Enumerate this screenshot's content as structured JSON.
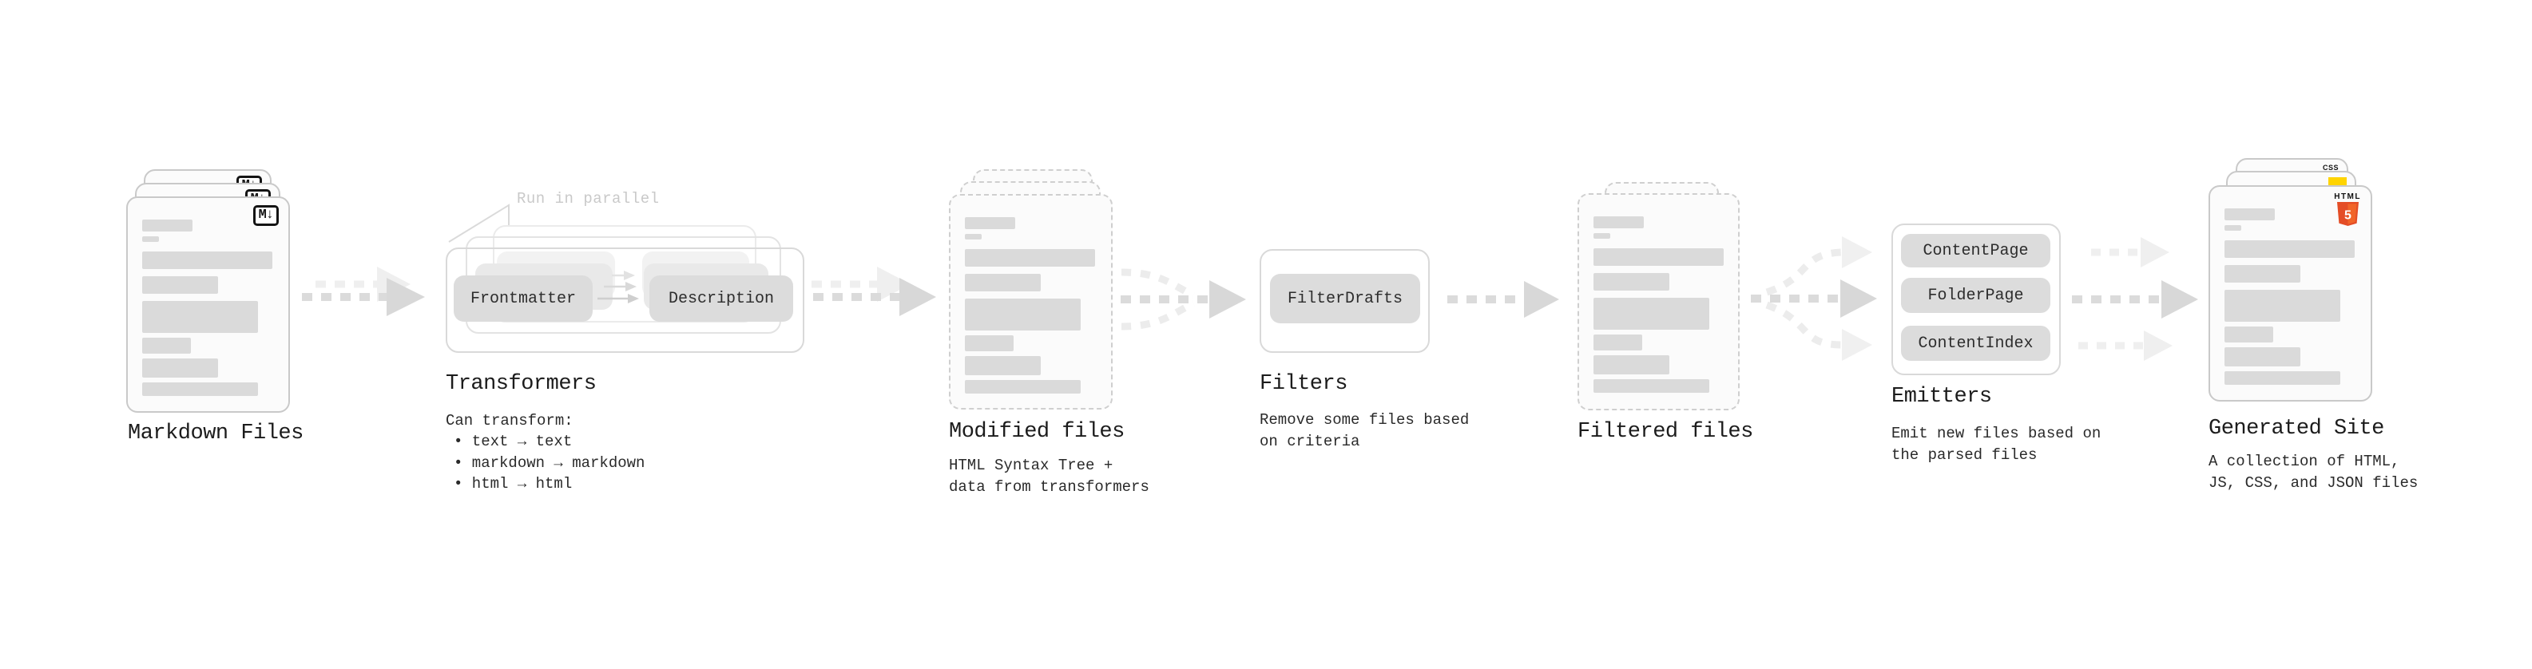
{
  "stages": {
    "markdown": {
      "label": "Markdown Files",
      "icon_label": "M↓"
    },
    "transformers": {
      "label": "Transformers",
      "annotation": "Run in parallel",
      "pill_left": "Frontmatter",
      "pill_right": "Description",
      "desc_title": "Can transform:",
      "bullets": [
        "• text → text",
        "• markdown → markdown",
        "• html → html"
      ]
    },
    "modified": {
      "label": "Modified files",
      "sublabel": "HTML Syntax Tree +\ndata from transformers"
    },
    "filters": {
      "label": "Filters",
      "pill": "FilterDrafts",
      "sublabel": "Remove some files based\non criteria"
    },
    "filtered": {
      "label": "Filtered files"
    },
    "emitters": {
      "label": "Emitters",
      "pills": [
        "ContentPage",
        "FolderPage",
        "ContentIndex"
      ],
      "sublabel": "Emit new files based on\nthe parsed files"
    },
    "generated": {
      "label": "Generated Site",
      "sublabel": "A collection of HTML,\nJS, CSS, and JSON files",
      "badge_css": "CSS",
      "badge_html": "HTML",
      "badge_html_number": "5"
    }
  },
  "colors": {
    "html5_shield": "#e44d26",
    "html5_shield_light": "#f16529",
    "js_badge": "#ffd400",
    "css_badge": "#2962ff"
  }
}
